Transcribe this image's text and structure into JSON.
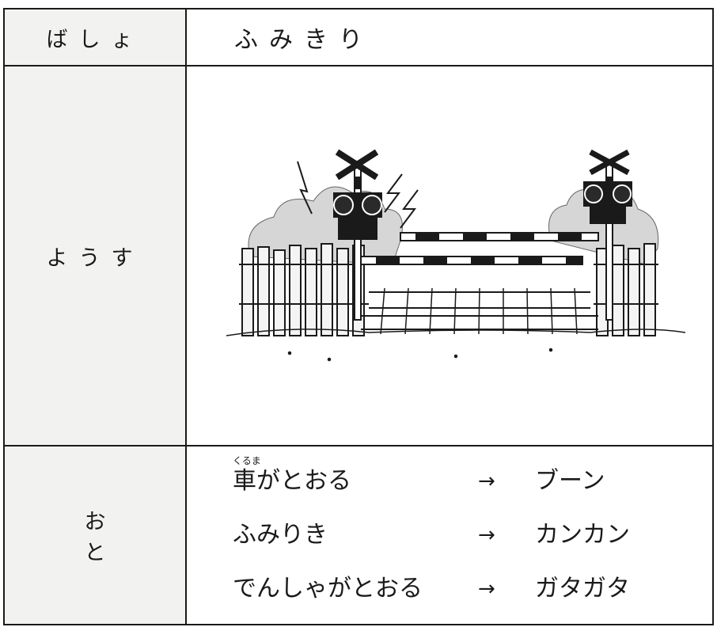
{
  "table": {
    "rows": [
      {
        "label": "ばしょ",
        "value": "ふみきり"
      },
      {
        "label": "ようす",
        "illustration": "railroad-crossing-illustration"
      },
      {
        "label": "おと"
      }
    ]
  },
  "sounds": [
    {
      "what": "車がとおる",
      "ruby": "くるま",
      "arrow": "→",
      "sound": "ブーン"
    },
    {
      "what": "ふみりき",
      "arrow": "→",
      "sound": "カンカン"
    },
    {
      "what": "でんしゃがとおる",
      "arrow": "→",
      "sound": "ガタガタ"
    }
  ],
  "colors": {
    "ink": "#1a1a1a",
    "label_bg": "#f2f2f0",
    "page_bg": "#ffffff"
  }
}
